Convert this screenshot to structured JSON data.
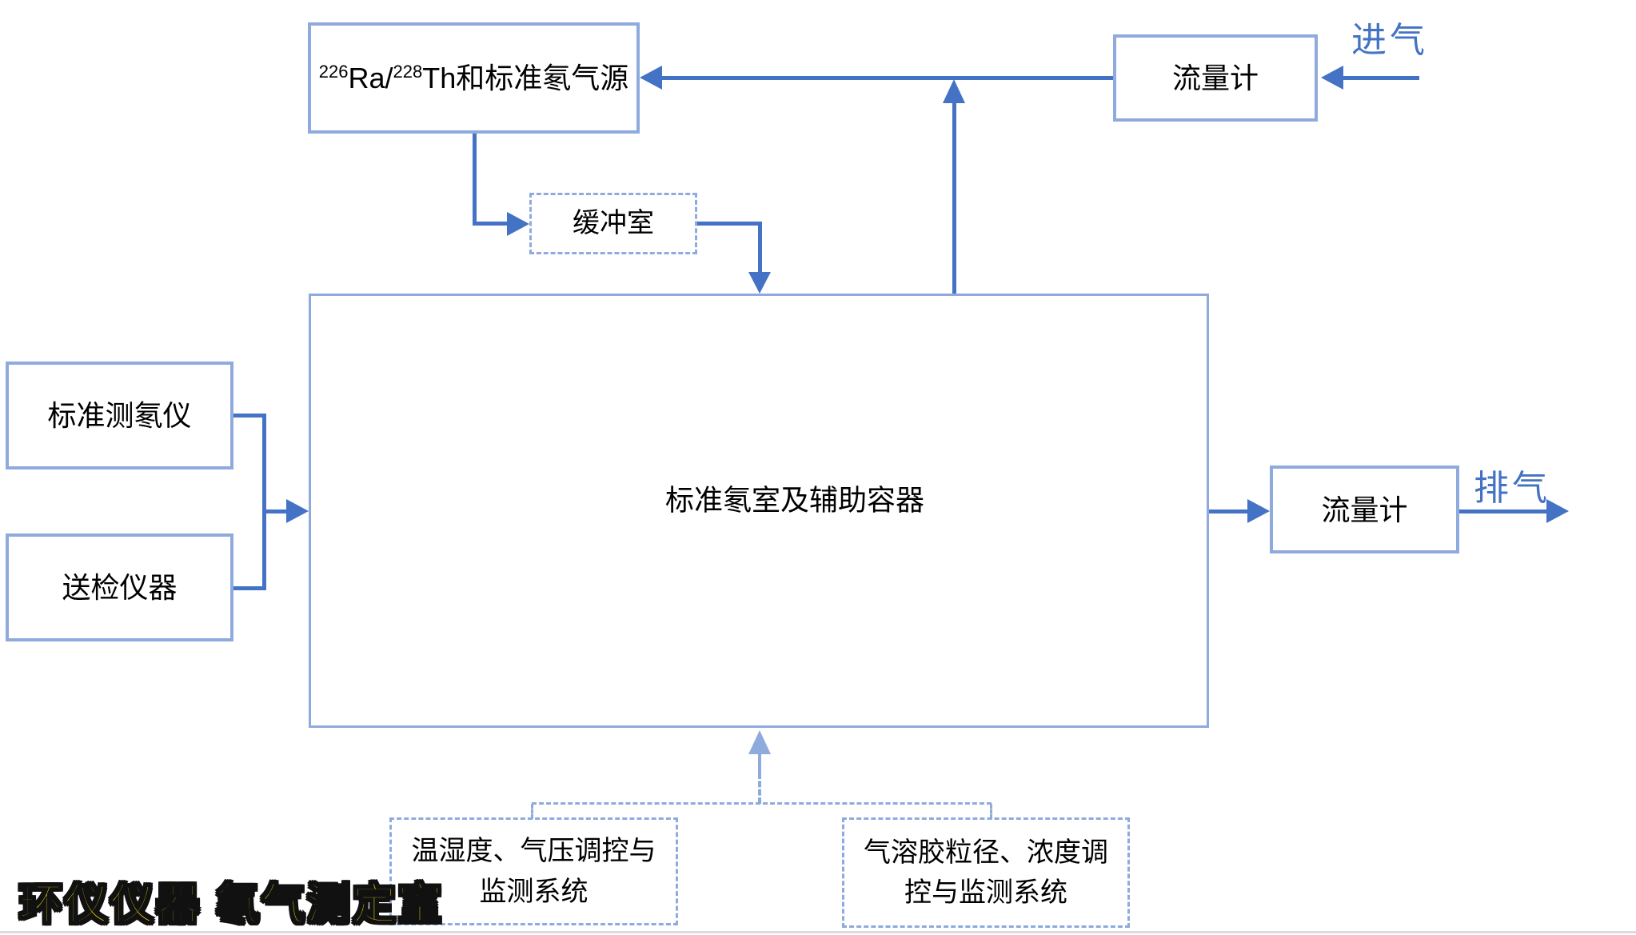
{
  "colors": {
    "box_border": "#8FAADC",
    "connector": "#4472C4",
    "light_connector": "#8FAADC",
    "flow_label": "#4472C4",
    "watermark_fill": "#FFE60A",
    "watermark_outline": "#111111"
  },
  "nodes": {
    "radon_source": {
      "sup1": "226",
      "seg1": "Ra/",
      "sup2": "228",
      "seg2": "Th和标准氡气源"
    },
    "inlet_flow_meter": {
      "label": "流量计"
    },
    "buffer_chamber": {
      "label": "缓冲室"
    },
    "main_chamber": {
      "label": "标准氡室及辅助容器"
    },
    "standard_radon_monitor": {
      "label": "标准测氡仪"
    },
    "test_instrument": {
      "label": "送检仪器"
    },
    "outlet_flow_meter": {
      "label": "流量计"
    },
    "climate_control_system": {
      "line1": "温湿度、气压调控与",
      "line2": "监测系统"
    },
    "aerosol_control_system": {
      "line1": "气溶胶粒径、浓度调",
      "line2": "控与监测系统"
    }
  },
  "flow_labels": {
    "inlet": "进气",
    "outlet": "排气"
  },
  "watermark": {
    "text": "环仪仪器 氡气测定室"
  }
}
